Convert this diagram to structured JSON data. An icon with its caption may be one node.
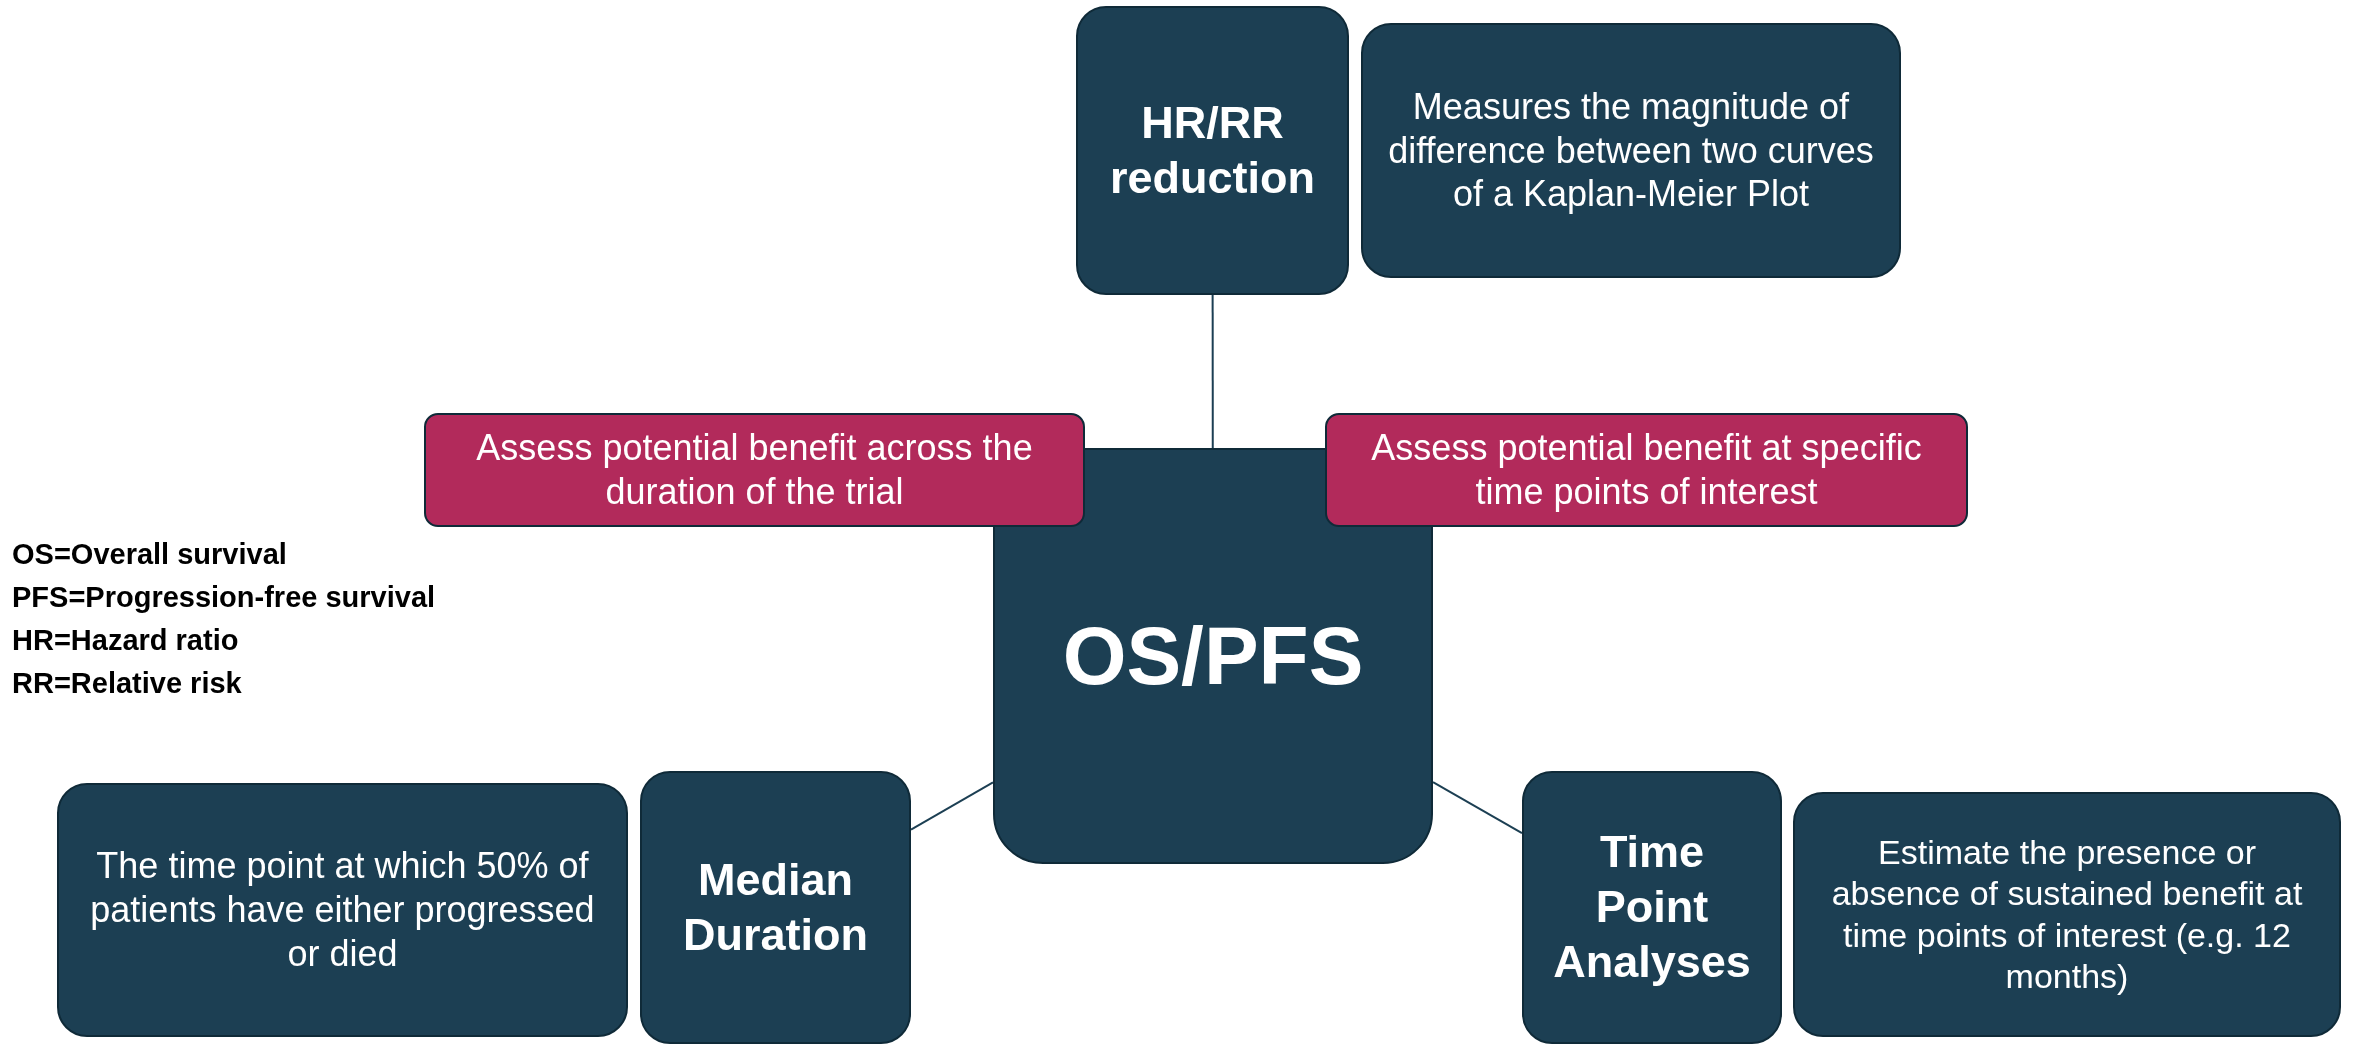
{
  "diagram": {
    "nodes": [
      {
        "text": [
          "HR/RR reduction"
        ]
      },
      {
        "text": [
          "Measures the magnitude of difference between two curves of a Kaplan-Meier Plot"
        ]
      },
      {
        "text": [
          "Assess potential benefit across the duration of the trial"
        ]
      },
      {
        "text": [
          "Assess potential benefit at specific time points of interest"
        ]
      },
      {
        "text": [
          "OS/PFS"
        ]
      },
      {
        "text": [
          "The time point at which 50% of patients have either progressed or died"
        ]
      },
      {
        "text": [
          "Median Duration"
        ]
      },
      {
        "text": [
          "Time Point Analyses"
        ]
      },
      {
        "text": [
          "Estimate the presence or absence of sustained benefit at time points of interest (e.g. 12 months)"
        ]
      }
    ],
    "edges": [
      {
        "from": 0,
        "to": 4,
        "arrow": "none"
      },
      {
        "from": 6,
        "to": 4,
        "arrow": "none"
      },
      {
        "from": 4,
        "to": 7,
        "arrow": "none"
      }
    ],
    "labels": [
      "OS=Overall survival",
      "PFS=Progression-free survival",
      "HR=Hazard ratio",
      "RR=Relative risk"
    ]
  }
}
